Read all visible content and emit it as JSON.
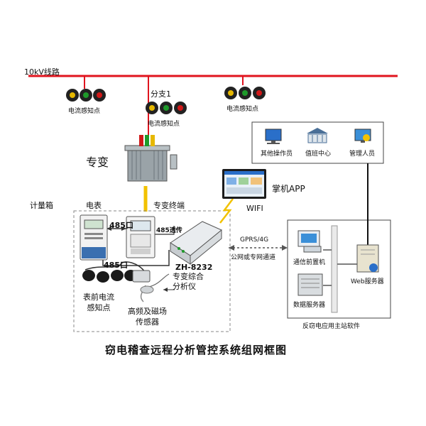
{
  "line": {
    "label": "10kV线路"
  },
  "branch": {
    "label": "分支1"
  },
  "sensors": {
    "left_label": "电流感知点",
    "middle_label": "电流感知点",
    "right_label": "电流感知点"
  },
  "transformer": {
    "label": "专变"
  },
  "metering": {
    "box_label": "计量箱",
    "meter_label": "电表",
    "terminal_label": "专变终端",
    "port_top": "485口",
    "port_bottom": "485口",
    "passthrough": "485透传",
    "front_sensor": "表前电流\n感知点",
    "hf_sensor": "高频及磁场\n传感器",
    "device_model": "ZH-8232",
    "device_name": "专变综合\n分析仪"
  },
  "comm": {
    "wifi": "WIFI",
    "app": "掌机APP",
    "gprs": "GPRS/4G",
    "network": "公网或专网通道"
  },
  "operators": {
    "items": [
      {
        "label": "其他操作员",
        "icon": "computer-icon"
      },
      {
        "label": "值班中心",
        "icon": "building-icon"
      },
      {
        "label": "管理人员",
        "icon": "manager-icon"
      }
    ]
  },
  "master": {
    "front_server": "通信前置机",
    "db_server": "数据服务器",
    "web_server": "Web服务器",
    "software": "反窃电应用主站软件"
  },
  "diagram_title": "窃电稽查远程分析管控系统组网框图",
  "colors": {
    "busbar": "#e0141e",
    "wire_yellow": "#f2c200",
    "lamp_red": "#d01818",
    "lamp_green": "#1e9a2a",
    "lamp_yellow": "#e6b800",
    "accent_blue": "#2a6fc9"
  }
}
